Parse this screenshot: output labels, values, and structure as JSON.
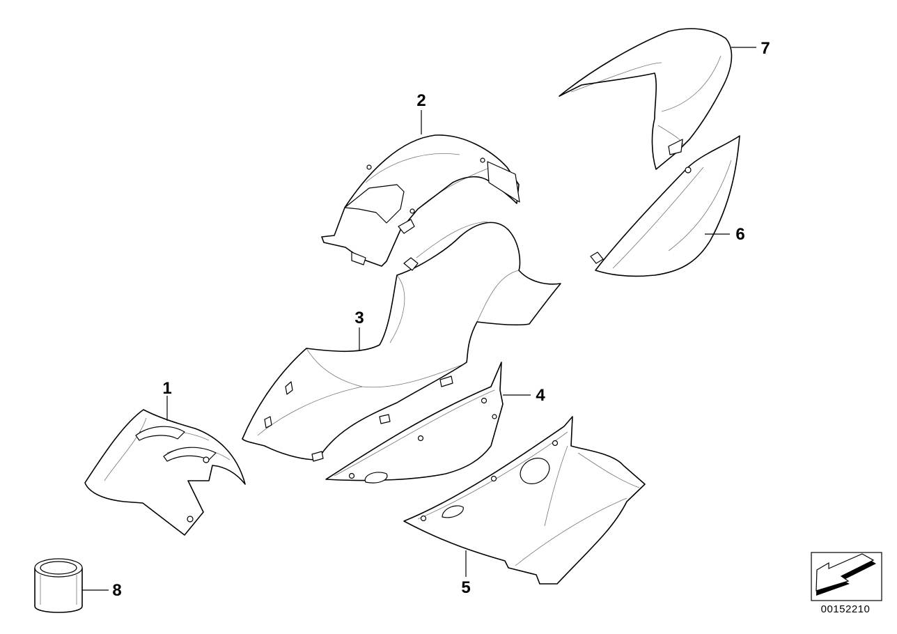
{
  "diagram": {
    "callouts": [
      "1",
      "2",
      "3",
      "4",
      "5",
      "6",
      "7",
      "8"
    ],
    "reference_number": "00152210",
    "colors": {
      "line": "#000000",
      "background": "#ffffff"
    },
    "icons": {
      "orientation": "arrow-pointing-lower-left-icon"
    }
  }
}
